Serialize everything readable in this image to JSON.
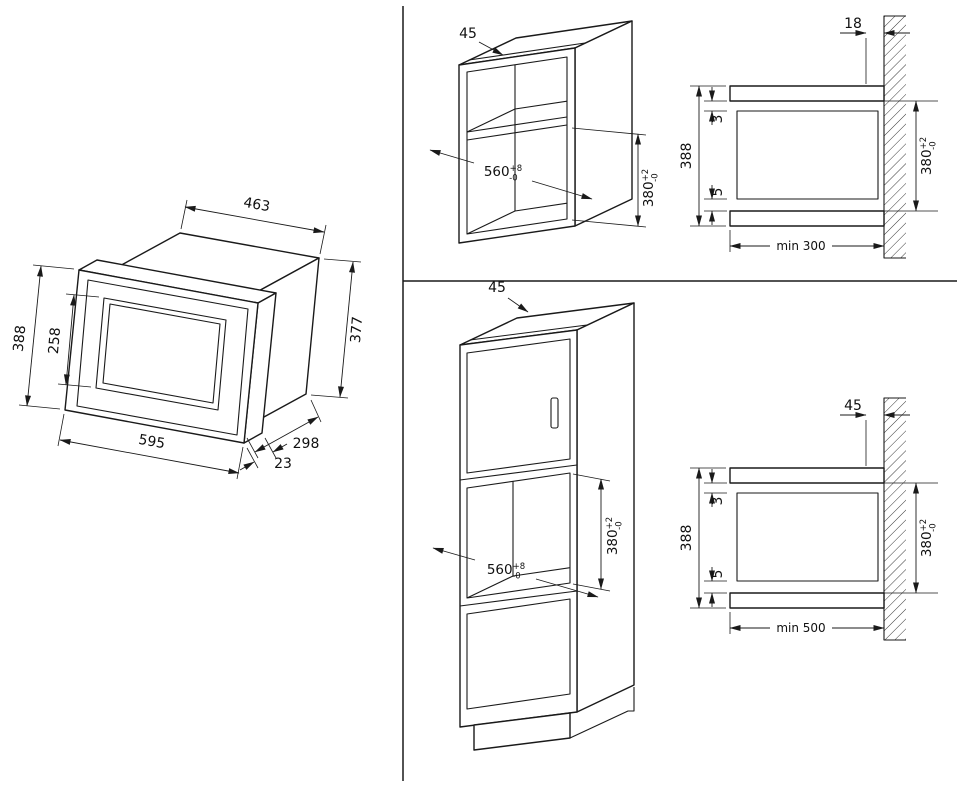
{
  "microwave": {
    "top_width": "463",
    "front_height": "388",
    "glass_height": "258",
    "rear_height": "377",
    "front_width": "595",
    "frame_depth": "23",
    "body_depth": "298"
  },
  "wall_unit": {
    "vent_gap": "45",
    "niche_width": {
      "value": "560",
      "sup": "+8",
      "sub": "-0"
    },
    "niche_height": {
      "value": "380",
      "sup": "+2",
      "sub": "-0"
    }
  },
  "wall_section_top": {
    "wall_gap": "18",
    "top_clearance": "3",
    "frame_height": "388",
    "bottom_clearance": "5",
    "niche_height": {
      "value": "380",
      "sup": "+2",
      "sub": "-0"
    },
    "min_depth": "min 300"
  },
  "tall_unit": {
    "vent_gap": "45",
    "niche_width": {
      "value": "560",
      "sup": "+8",
      "sub": "-0"
    },
    "niche_height": {
      "value": "380",
      "sup": "+2",
      "sub": "-0"
    }
  },
  "wall_section_bottom": {
    "wall_gap": "45",
    "top_clearance": "3",
    "frame_height": "388",
    "bottom_clearance": "5",
    "niche_height": {
      "value": "380",
      "sup": "+2",
      "sub": "-0"
    },
    "min_depth": "min 500"
  }
}
